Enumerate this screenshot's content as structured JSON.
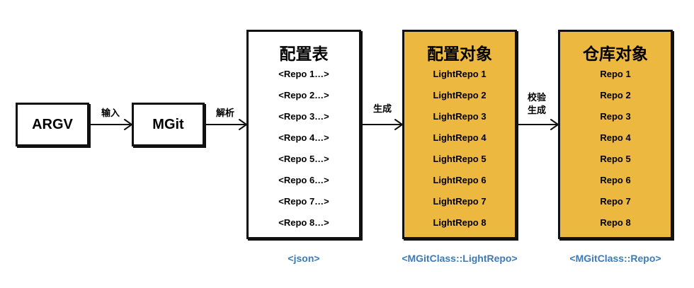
{
  "nodes": {
    "argv": "ARGV",
    "mgit": "MGit"
  },
  "edges": {
    "input": "输入",
    "parse": "解析",
    "generate": "生成",
    "validate_line1": "校验",
    "validate_line2": "生成"
  },
  "config_table": {
    "title": "配置表",
    "items": [
      "<Repo 1…>",
      "<Repo 2…>",
      "<Repo 3…>",
      "<Repo 4…>",
      "<Repo 5…>",
      "<Repo 6…>",
      "<Repo 7…>",
      "<Repo 8…>"
    ],
    "class_label": "<json>"
  },
  "config_objects": {
    "title": "配置对象",
    "items": [
      "LightRepo 1",
      "LightRepo 2",
      "LightRepo 3",
      "LightRepo 4",
      "LightRepo 5",
      "LightRepo 6",
      "LightRepo 7",
      "LightRepo 8"
    ],
    "class_label": "<MGitClass::LightRepo>"
  },
  "repo_objects": {
    "title": "仓库对象",
    "items": [
      "Repo 1",
      "Repo 2",
      "Repo 3",
      "Repo 4",
      "Repo 5",
      "Repo 6",
      "Repo 7",
      "Repo 8"
    ],
    "class_label": "<MGitClass::Repo>"
  },
  "colors": {
    "box_fill_yellow": "#ecb83f",
    "class_label": "#3d7ab8",
    "outline": "#111111"
  }
}
